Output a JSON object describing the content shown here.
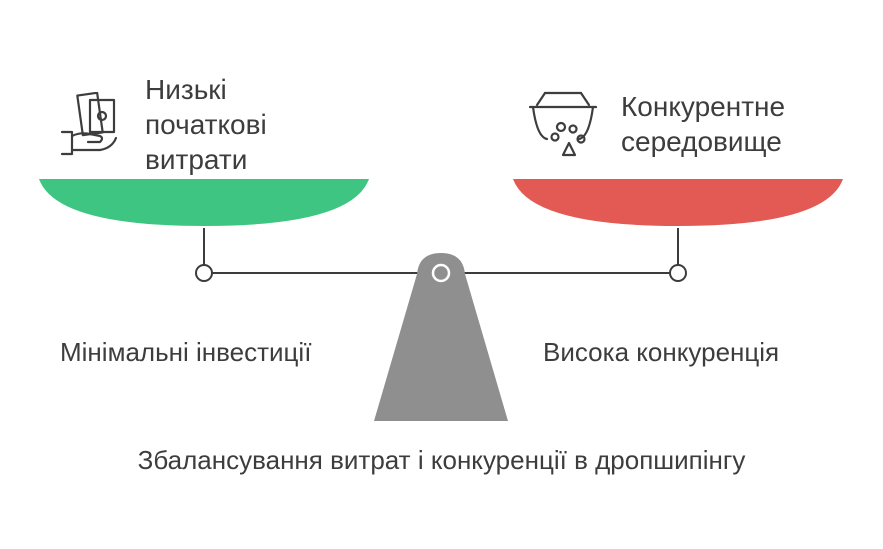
{
  "colors": {
    "left_pan": "#3fc582",
    "right_pan": "#e35a55",
    "beam": "#3c3c3c",
    "fulcrum": "#8f8f8f",
    "text": "#3d3d3d"
  },
  "left": {
    "title": "Низькі\nпочаткові\nвитрати",
    "caption": "Мінімальні інвестиції",
    "icon": "cash-in-hand-icon"
  },
  "right": {
    "title": "Конкурентне\nсередовище",
    "caption": "Висока конкуренція",
    "icon": "basket-with-paw-icon"
  },
  "footer": {
    "caption": "Збалансування витрат і конкуренції в дропшипінгу"
  }
}
